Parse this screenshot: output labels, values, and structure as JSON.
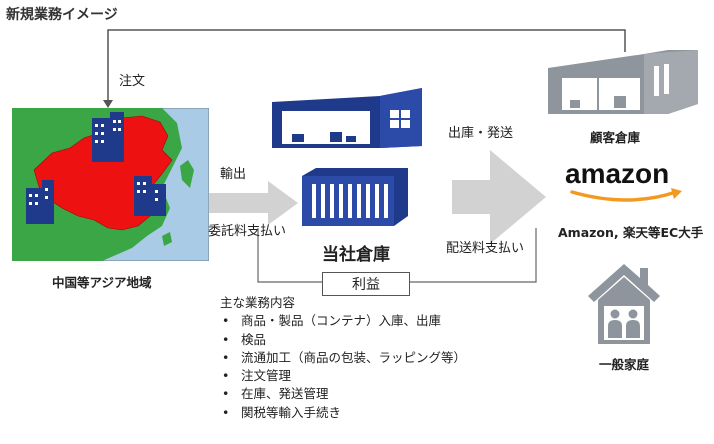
{
  "title": "新規業務イメージ",
  "labels": {
    "order": "注文",
    "export": "輸出",
    "commission_payment": "委託料支払い",
    "shipping_out": "出庫・発送",
    "delivery_payment": "配送料支払い",
    "own_warehouse": "当社倉庫",
    "profit": "利益",
    "customer_warehouse": "顧客倉庫",
    "amazon_logo": "amazon",
    "ec_marketplaces": "Amazon, 楽天等EC大手",
    "households": "一般家庭",
    "region": "中国等アジア地域"
  },
  "duties": {
    "heading": "主な業務内容",
    "items": [
      "商品・製品（コンテナ）入庫、出庫",
      "検品",
      "流通加工（商品の包装、ラッピング等）",
      "注文管理",
      "在庫、発送管理",
      "関税等輸入手続き"
    ]
  },
  "colors": {
    "map_sea": "#a9cbe6",
    "map_land": "#3aa646",
    "china": "#ee1111",
    "navy": "#1f3a8a",
    "gray_building": "#8e959c",
    "arrow_gray": "#d2d2d2",
    "line": "#555555"
  },
  "icons": [
    "factory-building-icon",
    "warehouse-icon",
    "shipping-container-icon",
    "house-family-icon",
    "amazon-smile-icon"
  ]
}
